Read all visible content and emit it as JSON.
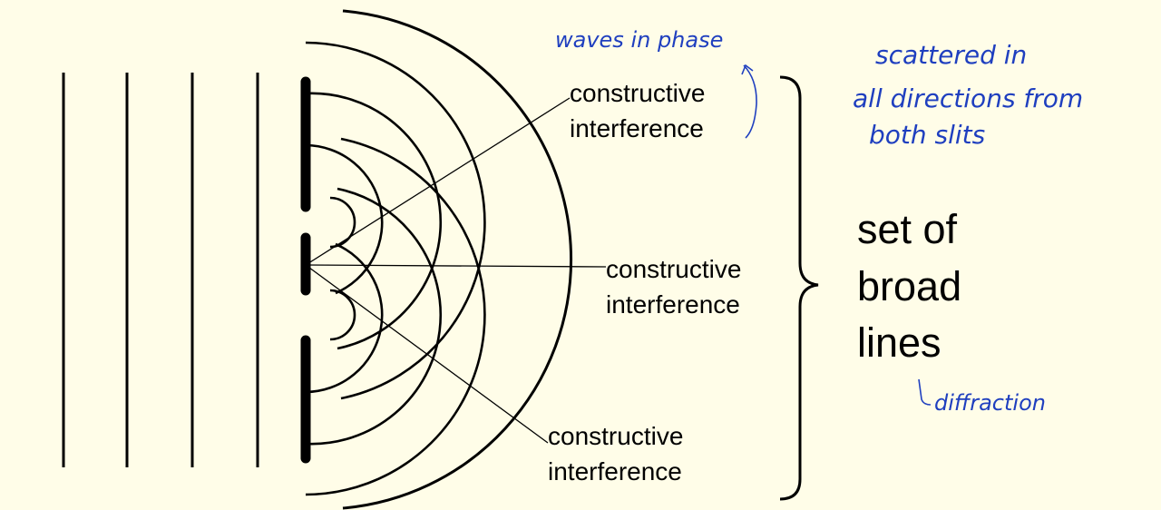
{
  "labels": {
    "constructive_top_line1": "constructive",
    "constructive_top_line2": "interference",
    "constructive_mid_line1": "constructive",
    "constructive_mid_line2": "interference",
    "constructive_bot_line1": "constructive",
    "constructive_bot_line2": "interference",
    "result_line1": "set of",
    "result_line2": "broad",
    "result_line3": "lines"
  },
  "annotations": {
    "waves_in_phase": "waves in phase",
    "scattered_line1": "scattered in",
    "scattered_line2": "all directions from",
    "scattered_line3": "both slits",
    "diffraction": "diffraction"
  },
  "colors": {
    "background": "#fffde8",
    "ink": "#000000",
    "handwriting": "#1f3fbf"
  }
}
